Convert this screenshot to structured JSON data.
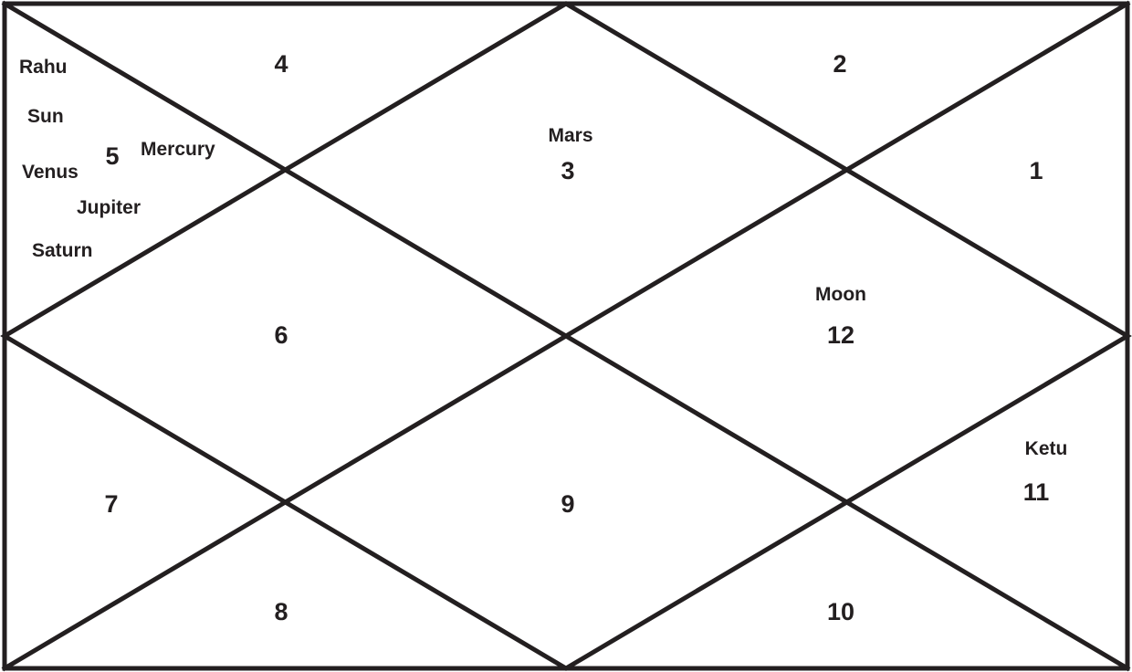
{
  "colors": {
    "ink": "#231f20",
    "background": "#ffffff"
  },
  "houses": [
    {
      "number": "1"
    },
    {
      "number": "2"
    },
    {
      "number": "3",
      "planets": [
        "Mars"
      ]
    },
    {
      "number": "4"
    },
    {
      "number": "5",
      "planets": [
        "Rahu",
        "Sun",
        "Mercury",
        "Venus",
        "Jupiter",
        "Saturn"
      ]
    },
    {
      "number": "6"
    },
    {
      "number": "7"
    },
    {
      "number": "8"
    },
    {
      "number": "9"
    },
    {
      "number": "10"
    },
    {
      "number": "11",
      "planets": [
        "Ketu"
      ]
    },
    {
      "number": "12",
      "planets": [
        "Moon"
      ]
    }
  ]
}
